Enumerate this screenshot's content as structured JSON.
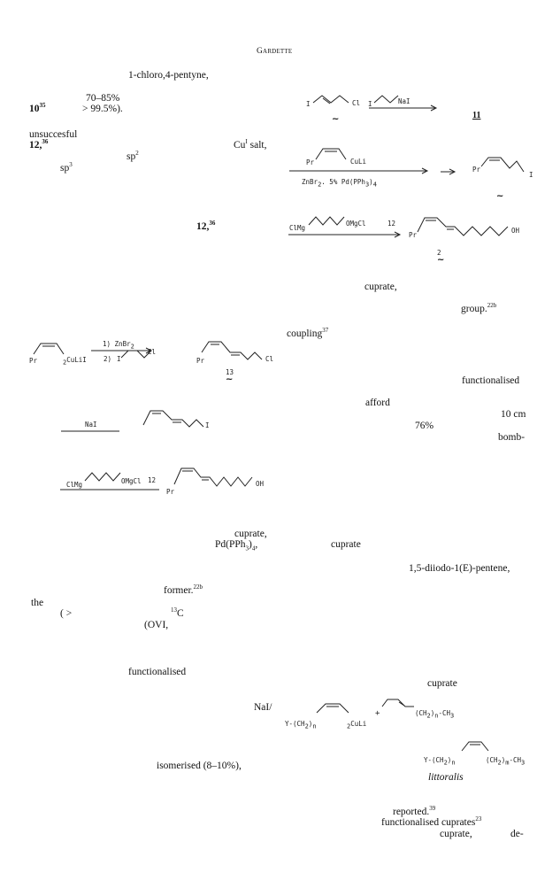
{
  "header": {
    "running_title": "Gardette"
  },
  "fragments": {
    "f01": "1-chloro,4-pentyne,",
    "f02": "70–85%",
    "f03a": "10",
    "f03sup": "35",
    "f04": "> 99.5%).",
    "f05": "unsuccesful",
    "f06a": "12,",
    "f06sup": "36",
    "f07a": "sp",
    "f07sup": "2",
    "f08a": "Cu",
    "f08sup": "I",
    "f08b": " salt,",
    "f09a": "sp",
    "f09sup": "3",
    "f10a": "12,",
    "f10sup": "36",
    "f11": "cuprate,",
    "f12a": "group.",
    "f12sup": "22b",
    "f13a": "coupling",
    "f13sup": "37",
    "f14": "functionalised",
    "f15": "afford",
    "f16": "10 cm",
    "f17": "76%",
    "f18": "bomb-",
    "f19": "cuprate,",
    "f20a": "Pd(PPh",
    "f20sub": "3",
    "f20b": ")",
    "f20sub2": "4",
    "f20c": ",",
    "f21": "cuprate",
    "f22": "1,5-diiodo-1(E)-pentene,",
    "f23a": "former.",
    "f23sup": "22b",
    "f24": "the",
    "f25": "( >",
    "f26a": "13",
    "f26b": "C",
    "f27": "(OVI,",
    "f28": "functionalised",
    "f29": "cuprate",
    "f30": "NaI/",
    "f31": "isomerised (8–10%),",
    "f32": "littoralis",
    "f33a": "reported.",
    "f33sup": "39",
    "f34a": "functionalised cuprates",
    "f34sup": "23",
    "f35": "cuprate,",
    "f36": "de-"
  },
  "schemes": {
    "s1": {
      "cl": "Cl",
      "i": "I",
      "reagent": "NaI",
      "num": "11"
    },
    "s2": {
      "pr": "Pr",
      "culi": "CuLi",
      "conditions": "ZnBr",
      "sub": "2",
      "cat": ". 5% Pd(PPh",
      "sub3": "3",
      "close": ")",
      "sub4": "4",
      "i": "I"
    },
    "s3": {
      "reagent": "ClMg",
      "reagent2": "OMgCl",
      "num": "12",
      "pr": "Pr",
      "oh": "OH",
      "prod": "2"
    },
    "s4": {
      "step1a": "1)  ZnBr",
      "step1sub": "2",
      "step2": "2)",
      "i": "I",
      "cl": "Cl",
      "pr": "Pr",
      "culi": "CuLi",
      "num": "13",
      "sub2": "2"
    },
    "s5": {
      "reagent": "NaI",
      "i": "I"
    },
    "s6": {
      "reagent": "ClMg",
      "reagent2": "OMgCl",
      "num": "12",
      "pr": "Pr",
      "oh": "OH"
    },
    "s7": {
      "y": "Y-(CH",
      "n": "n",
      "close": ")",
      "culi": "CuLi",
      "sub2": "2",
      "plus": "+",
      "ch3": "(CH",
      "n2": "n",
      "ch3b": ")",
      "ch3c": "-CH",
      "sub3": "3",
      "prod_y": "Y-(CH",
      "prod_m": "m",
      "prod_end": "-CH"
    }
  }
}
